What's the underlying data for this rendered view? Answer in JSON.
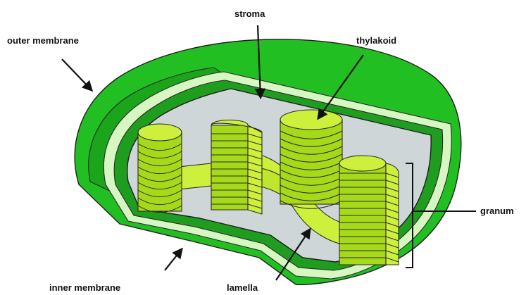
{
  "labels": {
    "outer_membrane": "outer membrane",
    "stroma": "stroma",
    "thylakoid": "thylakoid",
    "granum": "granum",
    "inner_membrane": "inner membrane",
    "lamella": "lamella"
  },
  "colors": {
    "outer_membrane": "#22bf22",
    "outer_membrane_dark": "#138c13",
    "inner_membrane_light": "#d6f7c2",
    "stroma": "#cfd6d8",
    "thylakoid_face": "#cdf03c",
    "thylakoid_side": "#a6d91a",
    "lamella": "#cdf03c"
  },
  "icons": {
    "arrow": "arrow-icon"
  }
}
